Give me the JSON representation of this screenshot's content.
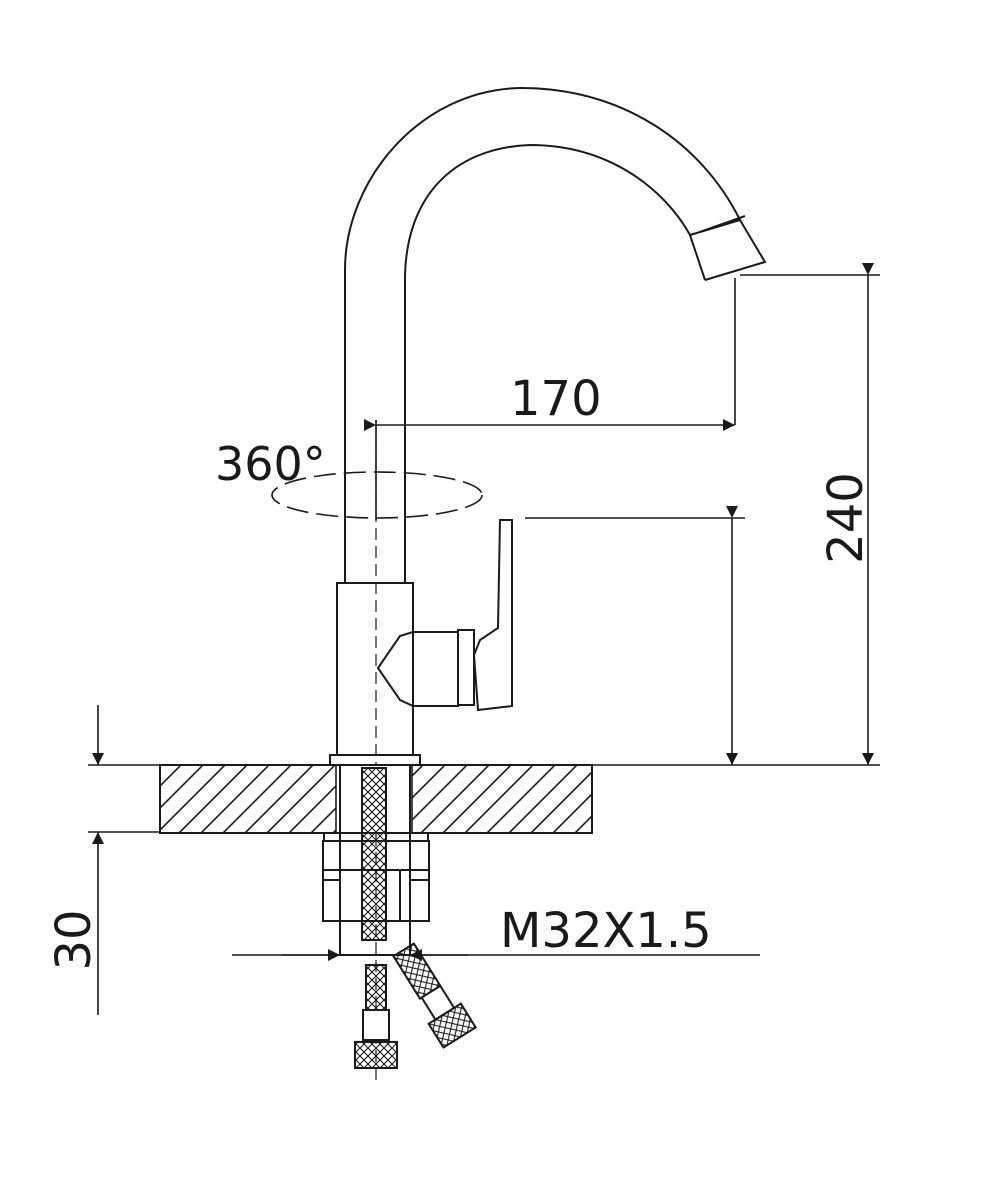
{
  "drawing": {
    "rotation_label": "360°",
    "width_dimension": "170",
    "height_dimension": "240",
    "mount_thickness": "30",
    "thread_spec": "M32X1.5"
  },
  "colors": {
    "line": "#1a1a1a",
    "background": "#ffffff"
  }
}
